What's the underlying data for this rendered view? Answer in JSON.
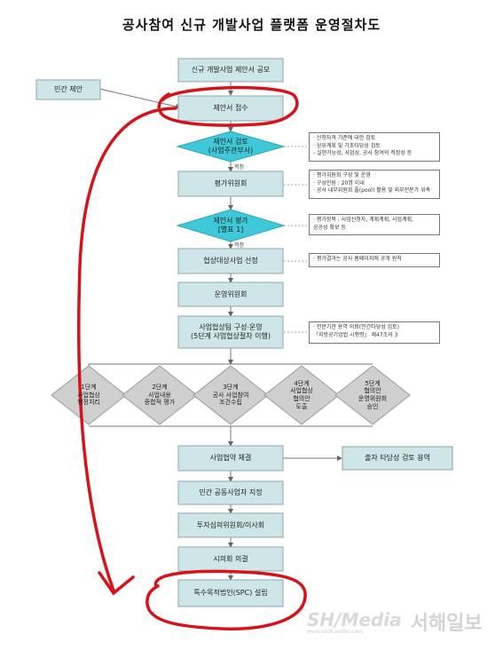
{
  "title": "공사참여 신규 개발사업 플랫폼 운영절차도",
  "left_box": "민간 제안",
  "steps": {
    "s1": "신규 개발사업 제안서 공모",
    "s2": "제안서 접수",
    "d1": [
      "제안서 검토",
      "(사업주관부서)"
    ],
    "s3": "평가위원회",
    "d2": [
      "제안서 평가",
      "[별표 1]"
    ],
    "s4": "협상대상사업 선정",
    "s5": "운영위원회",
    "s6": [
      "사업협상팀 구성·운영",
      "(5단계 사업협상절차 이행)"
    ],
    "s7": "사업협약 체결",
    "s8": "민간 공동사업자 지정",
    "s9": "투자심의위원회/이사회",
    "s10": "시의회 의결",
    "s11": "특수목적법인(SPC) 설립",
    "side": "출자 타당성 검토 용역"
  },
  "between": {
    "a": "적정",
    "b": "적정"
  },
  "notes": {
    "n1": [
      "· 신청자격 기준에 대한 검토",
      "· 상위계획 및 기초타당성 검토",
      "  - 실현가능성, 사업성, 공사 참여의 적정성 등"
    ],
    "n2": [
      "· 평가위원회 구성 및 운영",
      "· 구성인원 : 20명 이내",
      "· 공사 내부위원회 풀(pool) 활용 및 외부전문가 위촉"
    ],
    "n3": [
      "· 평가항목 : 사업신청자, 계획계획, 사업계획,",
      "  공공성 확보 등"
    ],
    "n4": [
      "· 평가결과는 공사 홈페이지에 공개 원칙"
    ],
    "n5": [
      "· 전문기관 용역 의뢰(민간타당성 검토)",
      "「지방공기업법 시행령」 제47조의 3"
    ]
  },
  "stages": [
    [
      "1단계",
      "사업협상",
      "행정처리"
    ],
    [
      "2단계",
      "사업내용",
      "종합적 평가"
    ],
    [
      "3단계",
      "공사 사업참여",
      "조건수립"
    ],
    [
      "4단계",
      "사업협상",
      "협의안",
      "도출"
    ],
    [
      "5단계",
      "협의안",
      "운영위원회",
      "승인"
    ]
  ],
  "watermark": {
    "logo": "SH/Media",
    "logo_sub": "www.seohaeilbo.com",
    "name": "서해일보"
  }
}
